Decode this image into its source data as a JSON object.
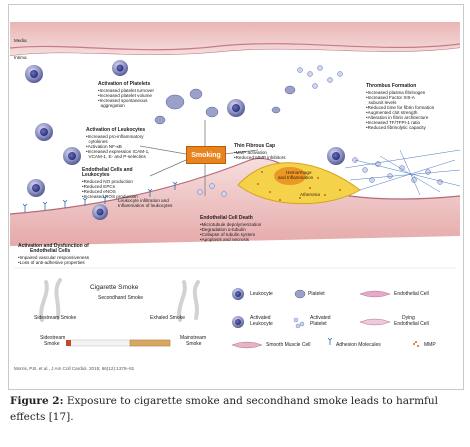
{
  "vessel": {
    "media": "Media",
    "intima": "Intima"
  },
  "platelets_activation": {
    "title": "Activation of Platelets",
    "items": [
      "•Increased platelet turnover",
      "•Increased platelet volume",
      "•Increased spontaneous",
      "  aggregation"
    ]
  },
  "leukocytes_activation": {
    "title": "Activation of Leukocytes",
    "items": [
      "•Increased pro-inflammatory",
      "  cytokines",
      "•Activation NF-κB",
      "•Increased expression ICAM-1,",
      "  VCAM-1, E- and P-selectins"
    ]
  },
  "endothelial_leukocytes": {
    "title": "Endothelial Cells and",
    "title2": "Leukocytes",
    "items": [
      "•Reduced NO production",
      "•Reduced EPCs",
      "•Reduced eNOS",
      "•Increased ROS production"
    ]
  },
  "smoking_label": "Smoking",
  "thin_cap": {
    "title": "Thin Fibrous Cap",
    "items": [
      "•MMP activation",
      "•Reduced MMP inhibitors"
    ]
  },
  "thrombus": {
    "title": "Thrombus Formation",
    "items": [
      "•Increased plasma fibrinogen",
      "•Increased Factor XIII-A",
      "  subunit levels",
      "•Reduced time for fibrin formation",
      "•Augmented clot strength",
      "•Alteration in fibrin architecture",
      "•Increased TF/TFPI-1 ratio",
      "•Reduced fibrinolytic capacity"
    ]
  },
  "adhesion_label": "Leukocyte infiltration and",
  "adhesion_label2": "Inflammation of leukocytes",
  "hemorrhage_label": "Hemorrhage",
  "hemorrhage_label2": "and Inflammation",
  "atheroma_label": "Atheroma",
  "dysfunction": {
    "title": "Activation and Dysfunction of",
    "title2": "Endothelial Cells",
    "items": [
      "•Impaired vascular responsiveness",
      "•Loss of anti-adhesive properties"
    ]
  },
  "endothelial_death": {
    "title": "Endothelial Cell Death",
    "items": [
      "•Microtubule depolymerization",
      "•Degradation α-tubulin",
      "•Collapse of tubulin system",
      "•Apoptosis and necrosis"
    ]
  },
  "smoke_diagram": {
    "title": "Cigarette Smoke",
    "secondhand": "Secondhand Smoke",
    "sidestream": "Sidestream Smoke",
    "exhaled": "Exhaled Smoke",
    "sidestream2": "Sidestream",
    "sidestream2b": "Smoke",
    "mainstream": "Mainstream",
    "mainstream2": "Smoke"
  },
  "legend": {
    "leukocyte": "Leukocyte",
    "platelet": "Platelet",
    "endothelial_cell": "Endothelial Cell",
    "activated_leukocyte": "Activated",
    "activated_leukocyte2": "Leukocyte",
    "activated_platelet": "Activated",
    "activated_platelet2": "Platelet",
    "dying_endothelial": "Dying",
    "dying_endothelial2": "Endothelial Cell",
    "smooth_muscle": "Smooth Muscle Cell",
    "adhesion": "Adhesion Molecules",
    "mmp": "MMP"
  },
  "citation": "Morris, P.B. et al., J Am Coll Cardiol. 2015; 66(12):1378–91",
  "caption": {
    "label": "Figure 2:",
    "text": " Exposure to cigarette smoke and secondhand smoke leads to harmful effects [17]."
  }
}
